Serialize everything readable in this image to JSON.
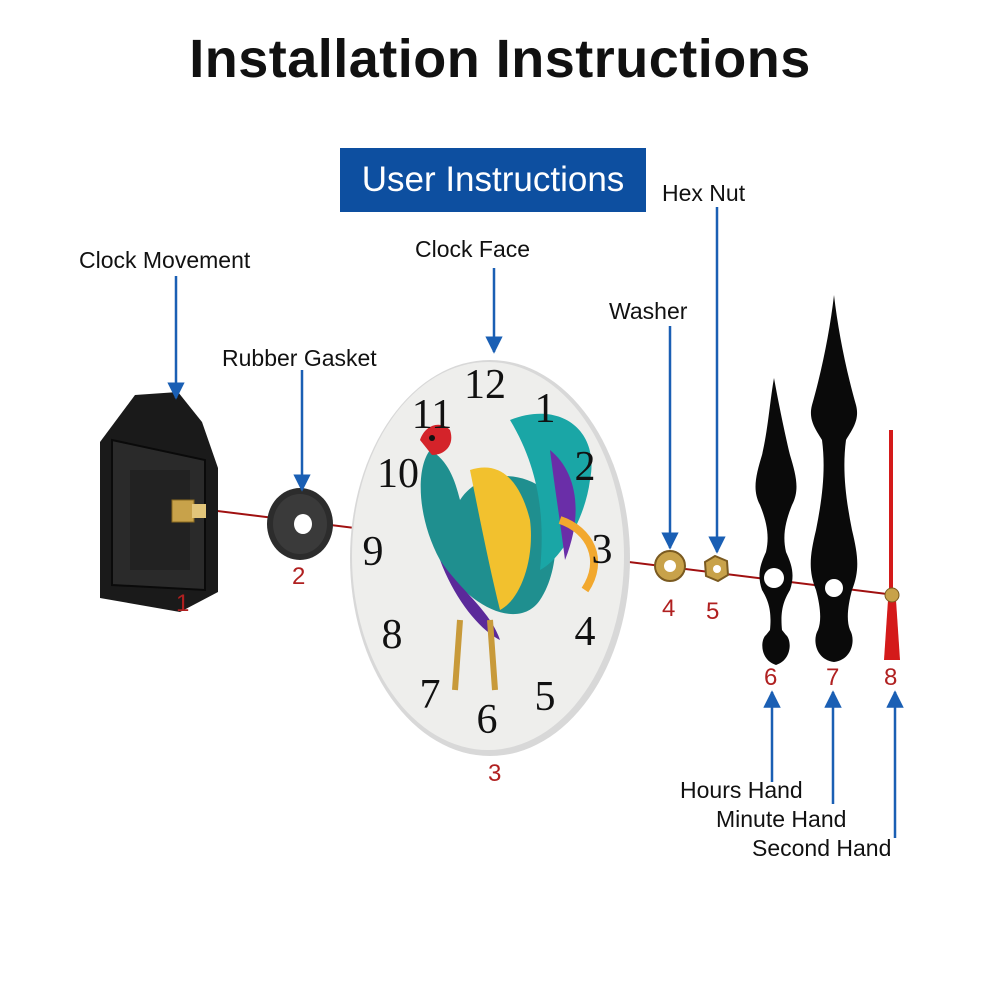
{
  "title": "Installation Instructions",
  "banner": "User Instructions",
  "colors": {
    "banner_bg": "#0d4fa0",
    "pointer": "#1a5fb4",
    "part_number": "#b02020",
    "shaft_line": "#a01010",
    "second_hand": "#d41a1a",
    "hands": "#0a0a0a",
    "brass": "#c8a24a"
  },
  "parts": [
    {
      "number": "1",
      "label": "Clock Movement"
    },
    {
      "number": "2",
      "label": "Rubber Gasket"
    },
    {
      "number": "3",
      "label": "Clock Face"
    },
    {
      "number": "4",
      "label": "Washer"
    },
    {
      "number": "5",
      "label": "Hex Nut"
    },
    {
      "number": "6",
      "label": "Hours Hand"
    },
    {
      "number": "7",
      "label": "Minute Hand"
    },
    {
      "number": "8",
      "label": "Second Hand"
    }
  ],
  "clock_numerals": [
    "12",
    "1",
    "2",
    "3",
    "4",
    "5",
    "6",
    "7",
    "8",
    "9",
    "10",
    "11"
  ]
}
